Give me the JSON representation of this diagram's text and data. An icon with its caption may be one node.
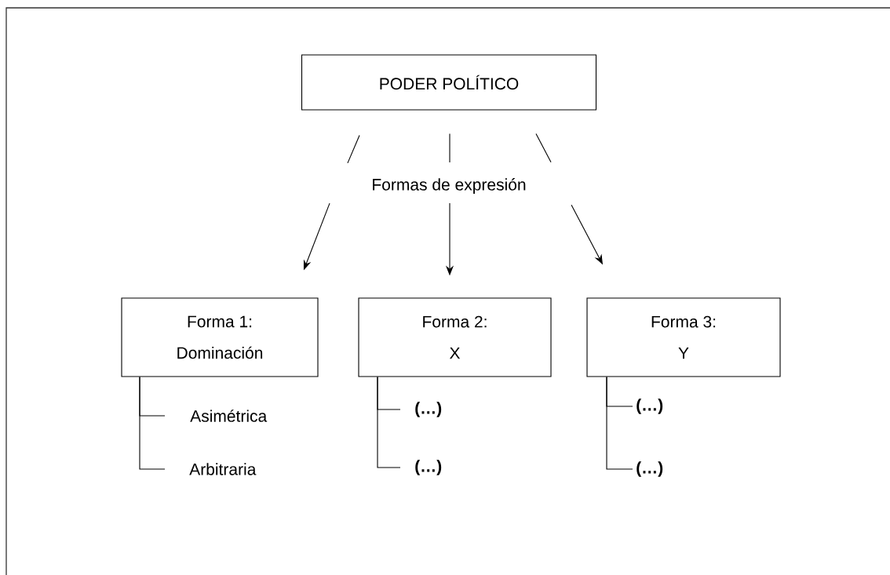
{
  "diagram": {
    "nodes": [
      {
        "text": [
          "PODER POLÍTICO"
        ]
      },
      {
        "text": [
          "Formas de expresión"
        ]
      },
      {
        "text": [
          "Forma 1:",
          "Dominación"
        ]
      },
      {
        "text": [
          "Forma 2:",
          "X"
        ]
      },
      {
        "text": [
          "Forma 3:",
          "Y"
        ]
      },
      {
        "text": [
          "Asimétrica"
        ]
      },
      {
        "text": [
          "Arbitraria"
        ]
      },
      {
        "text": [
          "(…)"
        ]
      },
      {
        "text": [
          "(…)"
        ]
      },
      {
        "text": [
          "(…)"
        ]
      },
      {
        "text": [
          "(…)"
        ]
      }
    ],
    "edges": [
      {
        "from": 0,
        "to": 1,
        "arrow": "none"
      },
      {
        "from": 0,
        "to": 1,
        "arrow": "none"
      },
      {
        "from": 0,
        "to": 1,
        "arrow": "none"
      },
      {
        "from": 1,
        "to": 2,
        "arrow": "to"
      },
      {
        "from": 1,
        "to": 3,
        "arrow": "to"
      },
      {
        "from": 1,
        "to": 4,
        "arrow": "to"
      },
      {
        "from": 2,
        "to": 5,
        "arrow": "none"
      },
      {
        "from": 2,
        "to": 6,
        "arrow": "none"
      },
      {
        "from": 3,
        "to": 7,
        "arrow": "none"
      },
      {
        "from": 3,
        "to": 8,
        "arrow": "none"
      },
      {
        "from": 4,
        "to": 9,
        "arrow": "none"
      },
      {
        "from": 4,
        "to": 10,
        "arrow": "none"
      }
    ]
  }
}
